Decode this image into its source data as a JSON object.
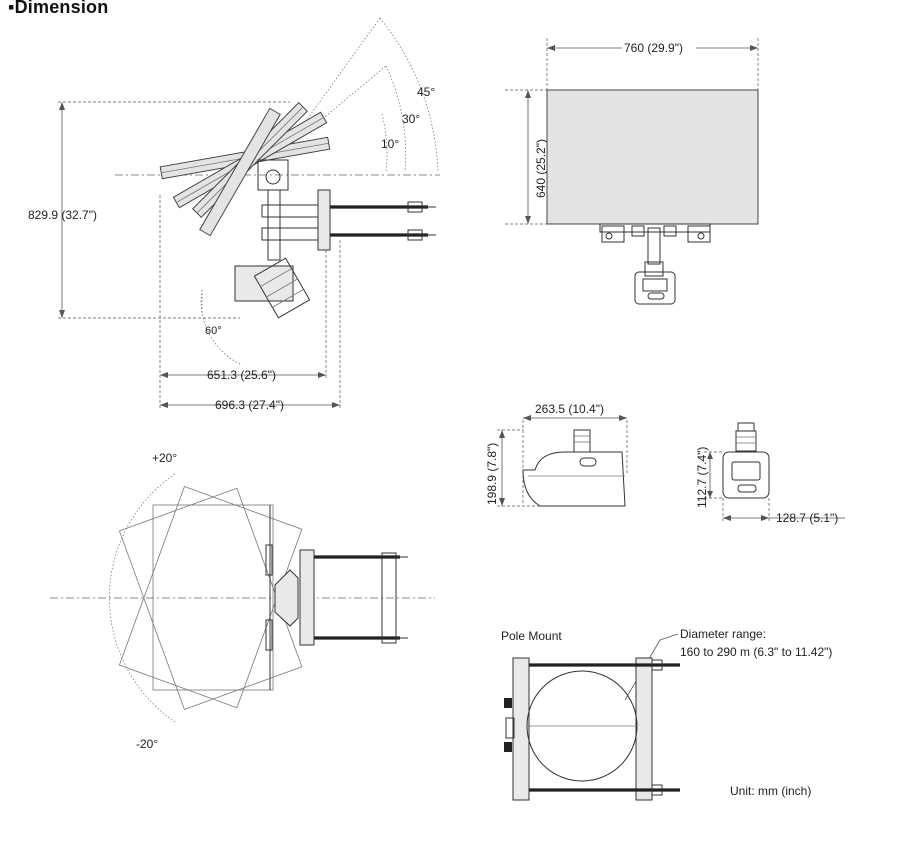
{
  "page": {
    "heading": "Dimension"
  },
  "side_view": {
    "angle_45": "45°",
    "angle_30": "30°",
    "angle_10": "10°",
    "angle_60": "60°",
    "height": "829.9 (32.7\")",
    "depth_inner": "651.3 (25.6\")",
    "depth_outer": "696.3 (27.4\")"
  },
  "front_view": {
    "width": "760 (29.9\")",
    "height": "640 (25.2\")"
  },
  "camera_side": {
    "length": "263.5 (10.4\")",
    "height": "198.9 (7.8\")"
  },
  "camera_front": {
    "height": "112.7 (7.4\")",
    "width": "128.7 (5.1\")"
  },
  "top_view": {
    "angle_plus": "+20°",
    "angle_minus": "-20°"
  },
  "pole_mount": {
    "title": "Pole Mount",
    "diameter_label": "Diameter range:",
    "diameter_value": "160 to 290 m (6.3\" to 11.42\")",
    "unit": "Unit: mm (inch)"
  },
  "colors": {
    "line": "#333333",
    "panel_fill": "#e4e4e4",
    "rod": "#222222"
  }
}
